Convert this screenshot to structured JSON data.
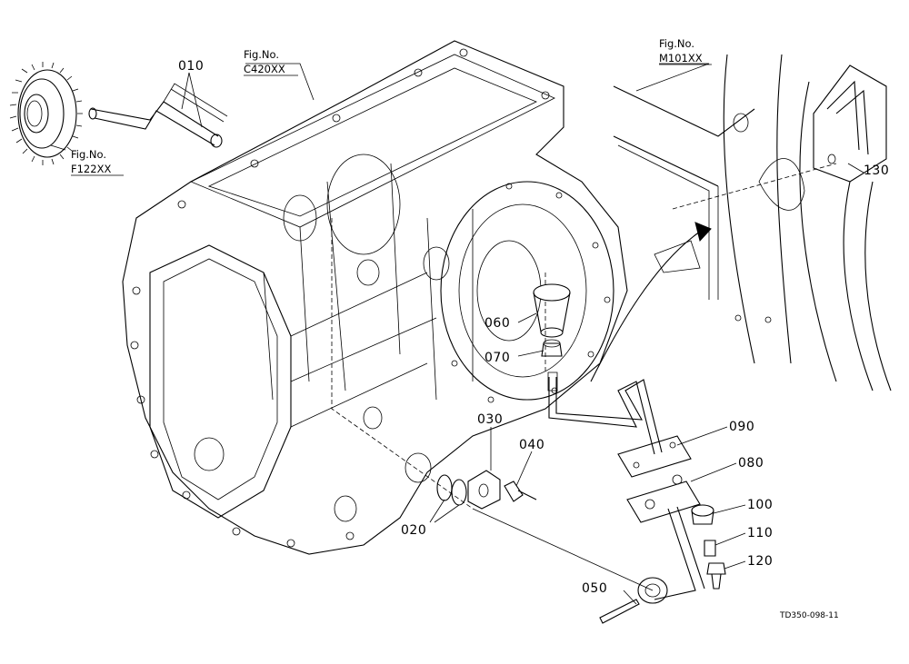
{
  "figure_refs": {
    "gear": {
      "label": "Fig.No.",
      "number": "F122XX"
    },
    "housing": {
      "label": "Fig.No.",
      "number": "C420XX"
    },
    "detail": {
      "label": "Fig.No.",
      "number": "M101XX"
    }
  },
  "callouts": {
    "p010": "010",
    "p020": "020",
    "p030": "030",
    "p040": "040",
    "p050": "050",
    "p060": "060",
    "p070": "070",
    "p080": "080",
    "p090": "090",
    "p100": "100",
    "p110": "110",
    "p120": "120",
    "p130": "130"
  },
  "drawing_code": "TD350-098-11"
}
